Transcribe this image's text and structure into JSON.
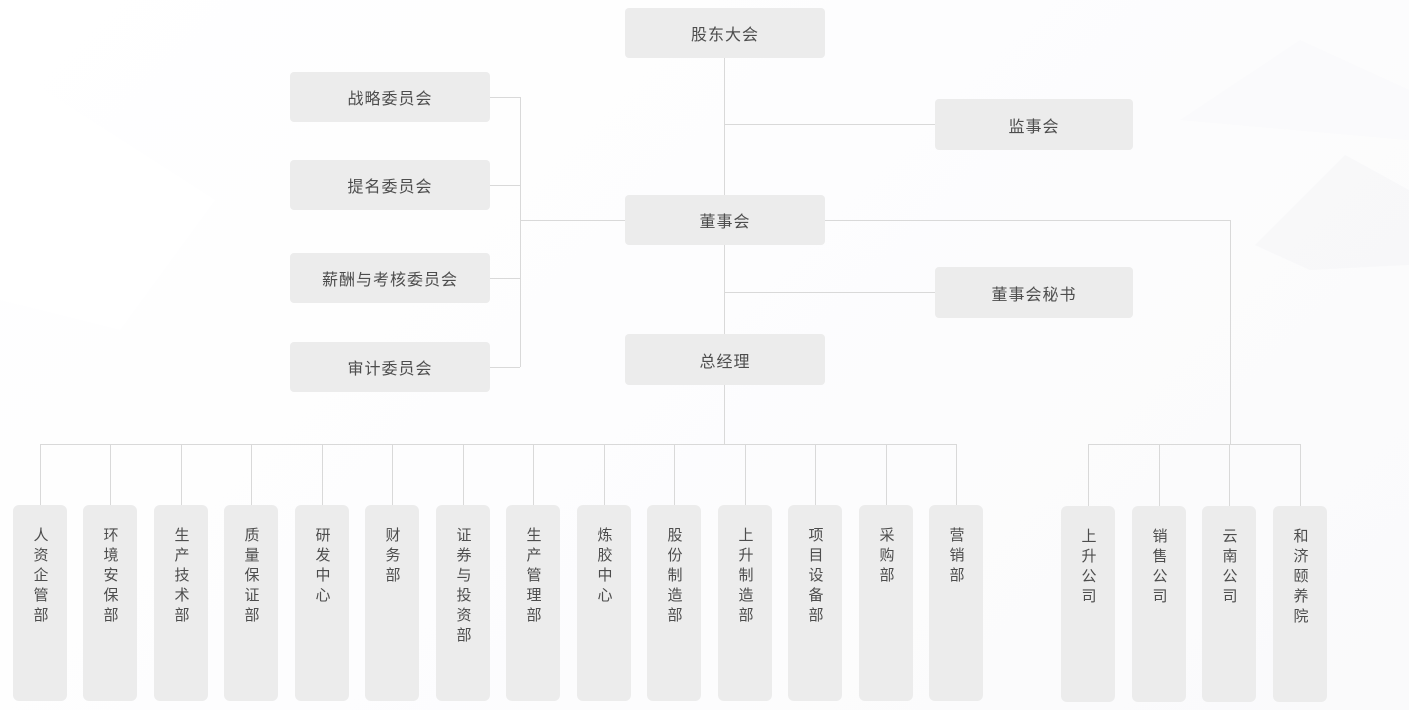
{
  "colors": {
    "box_fill": "#ececec",
    "box_text": "#4d4d4d",
    "line": "#d9d9d9"
  },
  "org": {
    "shareholders": "股东大会",
    "committees": [
      {
        "label": "战略委员会"
      },
      {
        "label": "提名委员会"
      },
      {
        "label": "薪酬与考核委员会"
      },
      {
        "label": "审计委员会"
      }
    ],
    "supervisory_board": "监事会",
    "board": "董事会",
    "board_secretary": "董事会秘书",
    "general_manager": "总经理",
    "departments": [
      {
        "label": "人资企管部"
      },
      {
        "label": "环境安保部"
      },
      {
        "label": "生产技术部"
      },
      {
        "label": "质量保证部"
      },
      {
        "label": "研发中心"
      },
      {
        "label": "财务部"
      },
      {
        "label": "证券与投资部"
      },
      {
        "label": "生产管理部"
      },
      {
        "label": "炼胶中心"
      },
      {
        "label": "股份制造部"
      },
      {
        "label": "上升制造部"
      },
      {
        "label": "项目设备部"
      },
      {
        "label": "采购部"
      },
      {
        "label": "营销部"
      }
    ],
    "subsidiaries": [
      {
        "label": "上升公司"
      },
      {
        "label": "销售公司"
      },
      {
        "label": "云南公司"
      },
      {
        "label": "和济颐养院"
      }
    ]
  }
}
